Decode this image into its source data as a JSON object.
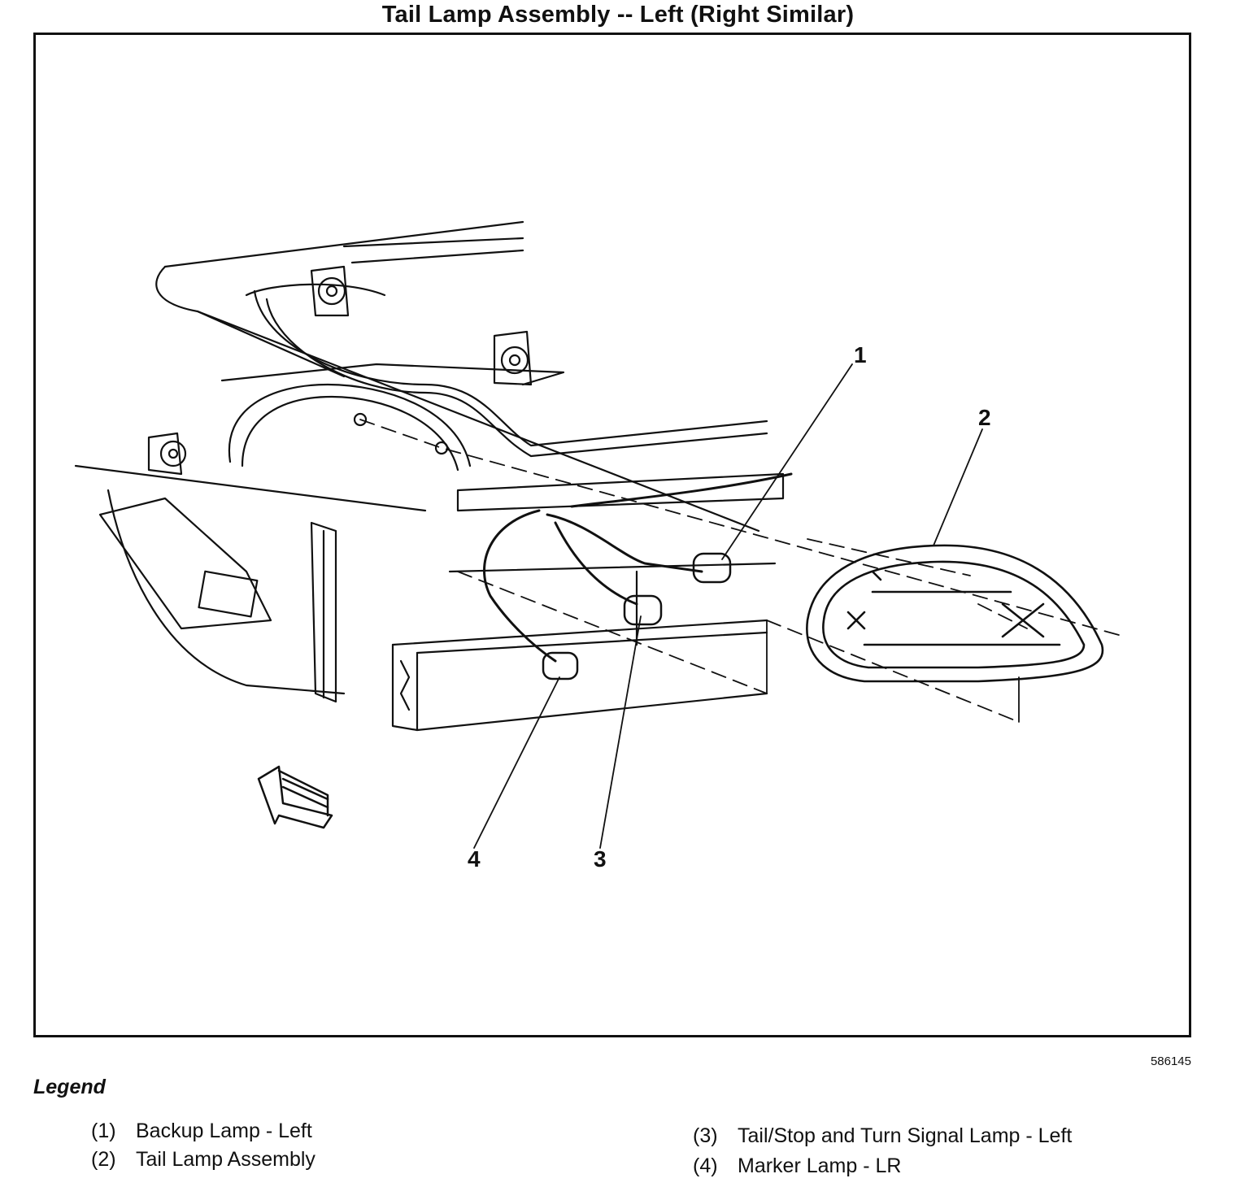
{
  "title": "Tail Lamp Assembly -- Left (Right Similar)",
  "figure_number": "586145",
  "callouts": [
    "1",
    "2",
    "3",
    "4"
  ],
  "legend": {
    "heading": "Legend",
    "items": [
      {
        "num": "(1)",
        "label": "Backup Lamp - Left"
      },
      {
        "num": "(2)",
        "label": "Tail Lamp Assembly"
      },
      {
        "num": "(3)",
        "label": "Tail/Stop and Turn Signal Lamp - Left"
      },
      {
        "num": "(4)",
        "label": "Marker Lamp - LR"
      }
    ]
  }
}
